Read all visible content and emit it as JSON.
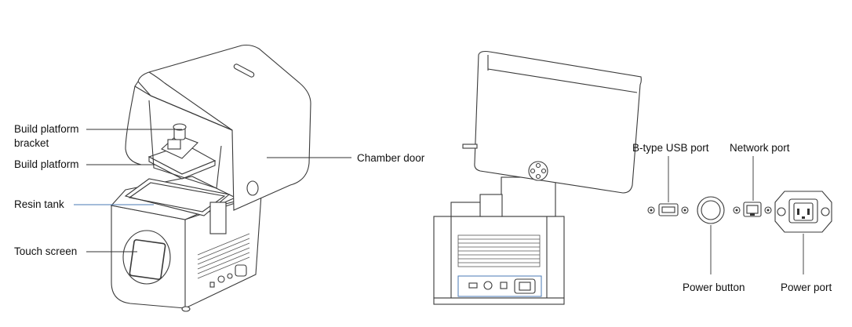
{
  "labels": {
    "build_platform_bracket_line1": "Build platform",
    "build_platform_bracket_line2": "bracket",
    "build_platform": "Build platform",
    "resin_tank": "Resin tank",
    "touch_screen": "Touch screen",
    "chamber_door": "Chamber door",
    "usb_port": "B-type USB port",
    "network_port": "Network port",
    "power_button": "Power button",
    "power_port": "Power port"
  },
  "icons": [
    "printer-front-illustration",
    "printer-rear-illustration",
    "usb-port-icon",
    "network-port-icon",
    "power-button-icon",
    "power-port-icon"
  ]
}
